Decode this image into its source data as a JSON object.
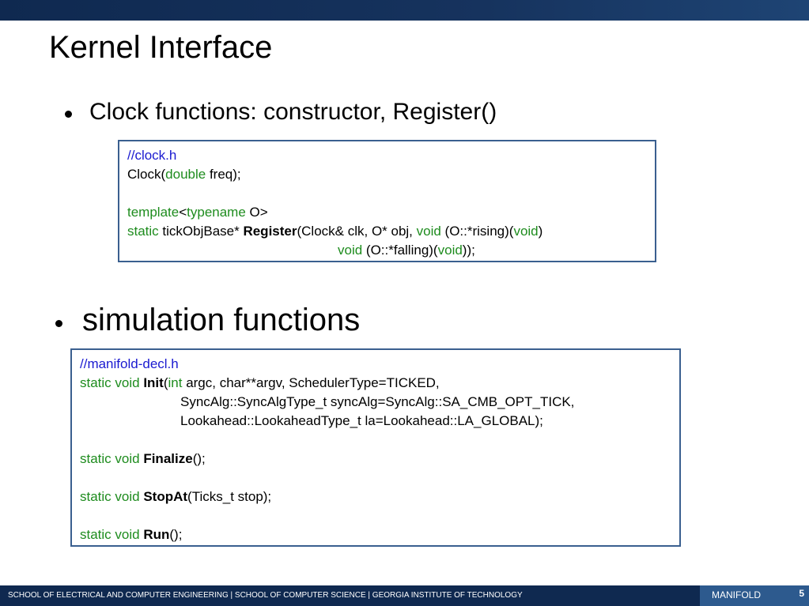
{
  "slide": {
    "title": "Kernel Interface",
    "bullets": [
      "Clock functions: constructor, Register()",
      "simulation functions"
    ]
  },
  "code_clock": {
    "comment": "//clock.h",
    "l1": {
      "a": "Clock(",
      "kw": "double",
      "b": " freq);"
    },
    "l2": {
      "kw1": "template",
      "a": "<",
      "kw2": "typename",
      "b": " O>"
    },
    "l3": {
      "kw1": "static",
      "a": " tickObjBase* ",
      "bold": "Register",
      "b": "(Clock& clk, O* obj, ",
      "kw2": "void",
      "c": " (O::*rising)(",
      "kw3": "void",
      "d": ")"
    },
    "l4": {
      "kw1": "void",
      "a": " (O::*falling)(",
      "kw2": "void",
      "b": "));"
    }
  },
  "code_sim": {
    "comment": "//manifold-decl.h",
    "init": {
      "kw": "static void",
      "bold": "Init",
      "a": "(",
      "kw2": "int",
      "b": " argc, char**argv, SchedulerType=TICKED,"
    },
    "init2": "SyncAlg::SyncAlgType_t syncAlg=SyncAlg::SA_CMB_OPT_TICK,",
    "init3": "Lookahead::LookaheadType_t la=Lookahead::LA_GLOBAL);",
    "finalize": {
      "kw": "static void",
      "bold": "Finalize",
      "a": "();"
    },
    "stopat": {
      "kw": "static void",
      "bold": "StopAt",
      "a": "(Ticks_t stop);"
    },
    "run": {
      "kw": "static void",
      "bold": "Run",
      "a": "();"
    }
  },
  "footer": {
    "text": "SCHOOL OF ELECTRICAL AND COMPUTER ENGINEERING | SCHOOL OF COMPUTER SCIENCE | GEORGIA INSTITUTE OF TECHNOLOGY",
    "project": "MANIFOLD",
    "page": "5"
  },
  "colors": {
    "header_bar": "#0f2950",
    "box_border": "#3a5f8f",
    "comment": "#1a1ad0",
    "keyword": "#1e8c1e"
  }
}
